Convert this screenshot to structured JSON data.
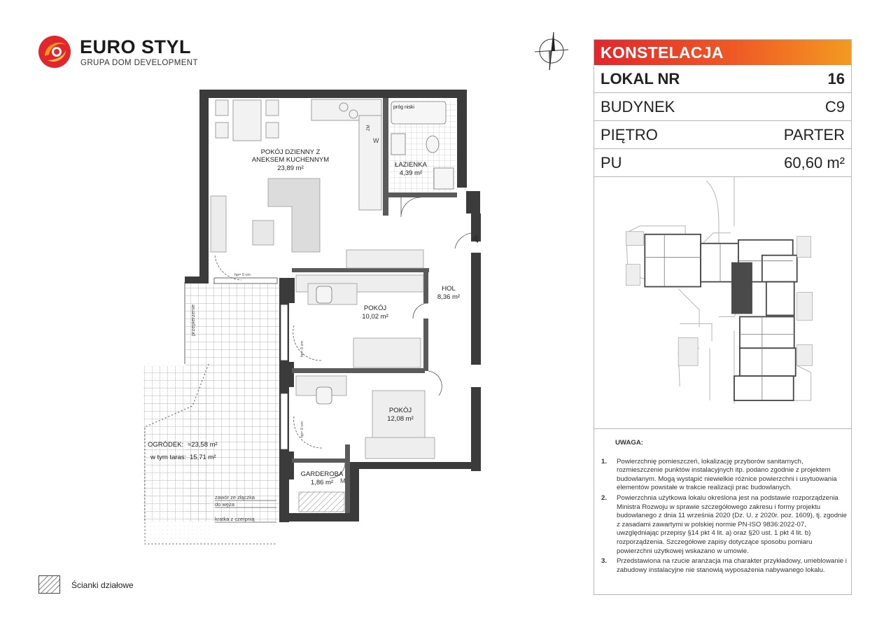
{
  "brand": {
    "name": "EURO STYL",
    "subtitle": "GRUPA DOM DEVELOPMENT",
    "colors": {
      "red": "#e3262b",
      "orange": "#f39a22"
    }
  },
  "project": {
    "name": "KONSTELACJA"
  },
  "details": [
    {
      "label": "LOKAL NR",
      "value": "16"
    },
    {
      "label": "BUDYNEK",
      "value": "C9"
    },
    {
      "label": "PIĘTRO",
      "value": "PARTER"
    },
    {
      "label": "PU",
      "value": "60,60 m²"
    }
  ],
  "rooms": {
    "living": {
      "name1": "POKÓJ DZIENNY Z",
      "name2": "ANEKSEM KUCHENNYM",
      "area": "23,89 m²"
    },
    "bathroom": {
      "name": "ŁAZIENKA",
      "area": "4,39 m²",
      "threshold": "próg niski"
    },
    "hall": {
      "name": "HOL",
      "area": "8,36 m²"
    },
    "room1": {
      "name": "POKÓJ",
      "area": "10,02 m²"
    },
    "room2": {
      "name": "POKÓJ",
      "area": "12,08 m²"
    },
    "wardrobe": {
      "name": "GARDEROBA",
      "area": "1,86 m²"
    },
    "garden": {
      "name": "OGRÓDEK:",
      "area": "≈23,58 m²",
      "terrace_label": "w tym taras:",
      "terrace_area": "15,71 m²"
    }
  },
  "plan_labels": {
    "partition": "przepierzenie",
    "valve": "zawór ze złączka",
    "valve2": "do węża",
    "grate": "kratka z czerpnią",
    "hp1": "hp= 0 cm",
    "hp2": "hp= 0 cm",
    "hp3": "hp= 0 cm",
    "wm": "W",
    "m": "M",
    "zm": "ZM"
  },
  "legend": {
    "label": "Ścianki działowe"
  },
  "notes": {
    "title": "UWAGA:",
    "items": [
      {
        "num": "1.",
        "text": "Powierzchnię pomieszczeń, lokalizację przyborów sanitarnych, rozmieszczenie punktów instalacyjnych itp. podano zgodnie z projektem budowlanym. Mogą wystąpić niewielkie różnice powierzchni i usytuowania elementów powstałe w trakcie realizacji prac budowlanych."
      },
      {
        "num": "2.",
        "text": "Powierzchnia użytkowa lokalu określona jest na podstawie rozporządzenia Ministra Rozwoju w sprawie szczegółowego zakresu i formy projektu budowlanego z dnia 11 września 2020 (Dz. U. z 2020r. poz. 1609), tj. zgodnie z zasadami zawartymi w polskiej normie PN-ISO 9836:2022-07, uwzględniając przepisy §14 pkt 4 lit. a) oraz §20 ust. 1 pkt 4 lit. b) rozporządzenia. Szczegółowe zapisy dotyczące sposobu pomiaru powierzchni użytkowej wskazano w umowie."
      },
      {
        "num": "3.",
        "text": "Przedstawiona na rzucie aranżacja ma charakter przykładowy, umeblowanie i zabudowy instalacyjne nie stanowią wyposażenia nabywanego lokalu."
      }
    ]
  }
}
